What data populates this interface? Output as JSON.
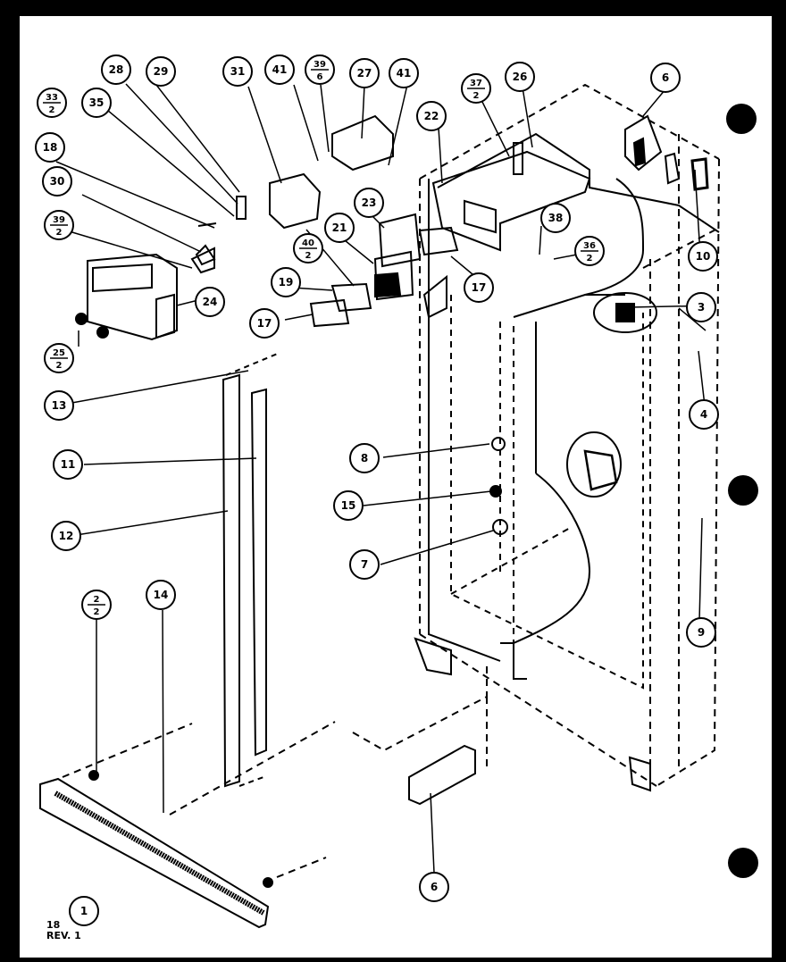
{
  "diagram": {
    "callouts": [
      {
        "id": "c1",
        "label": "1"
      },
      {
        "id": "c2-2",
        "num": "2",
        "den": "2"
      },
      {
        "id": "c3",
        "label": "3"
      },
      {
        "id": "c4",
        "label": "4"
      },
      {
        "id": "c6a",
        "label": "6"
      },
      {
        "id": "c6b",
        "label": "6"
      },
      {
        "id": "c7",
        "label": "7"
      },
      {
        "id": "c8",
        "label": "8"
      },
      {
        "id": "c9",
        "label": "9"
      },
      {
        "id": "c10",
        "label": "10"
      },
      {
        "id": "c11",
        "label": "11"
      },
      {
        "id": "c12",
        "label": "12"
      },
      {
        "id": "c13",
        "label": "13"
      },
      {
        "id": "c14",
        "label": "14"
      },
      {
        "id": "c15",
        "label": "15"
      },
      {
        "id": "c17a",
        "label": "17"
      },
      {
        "id": "c17b",
        "label": "17"
      },
      {
        "id": "c18",
        "label": "18"
      },
      {
        "id": "c19",
        "label": "19"
      },
      {
        "id": "c21",
        "label": "21"
      },
      {
        "id": "c22",
        "label": "22"
      },
      {
        "id": "c23",
        "label": "23"
      },
      {
        "id": "c24",
        "label": "24"
      },
      {
        "id": "c25-2",
        "num": "25",
        "den": "2"
      },
      {
        "id": "c26",
        "label": "26"
      },
      {
        "id": "c27",
        "label": "27"
      },
      {
        "id": "c28",
        "label": "28"
      },
      {
        "id": "c29",
        "label": "29"
      },
      {
        "id": "c30",
        "label": "30"
      },
      {
        "id": "c31",
        "label": "31"
      },
      {
        "id": "c33-2",
        "num": "33",
        "den": "2"
      },
      {
        "id": "c35",
        "label": "35"
      },
      {
        "id": "c36-2",
        "num": "36",
        "den": "2"
      },
      {
        "id": "c37-2",
        "num": "37",
        "den": "2"
      },
      {
        "id": "c38",
        "label": "38"
      },
      {
        "id": "c39-2",
        "num": "39",
        "den": "2"
      },
      {
        "id": "c39-6",
        "num": "39",
        "den": "6"
      },
      {
        "id": "c40-2",
        "num": "40",
        "den": "2"
      },
      {
        "id": "c41a",
        "label": "41"
      },
      {
        "id": "c41b",
        "label": "41"
      }
    ],
    "footer": {
      "page_code": "18",
      "revision": "REV. 1"
    }
  }
}
